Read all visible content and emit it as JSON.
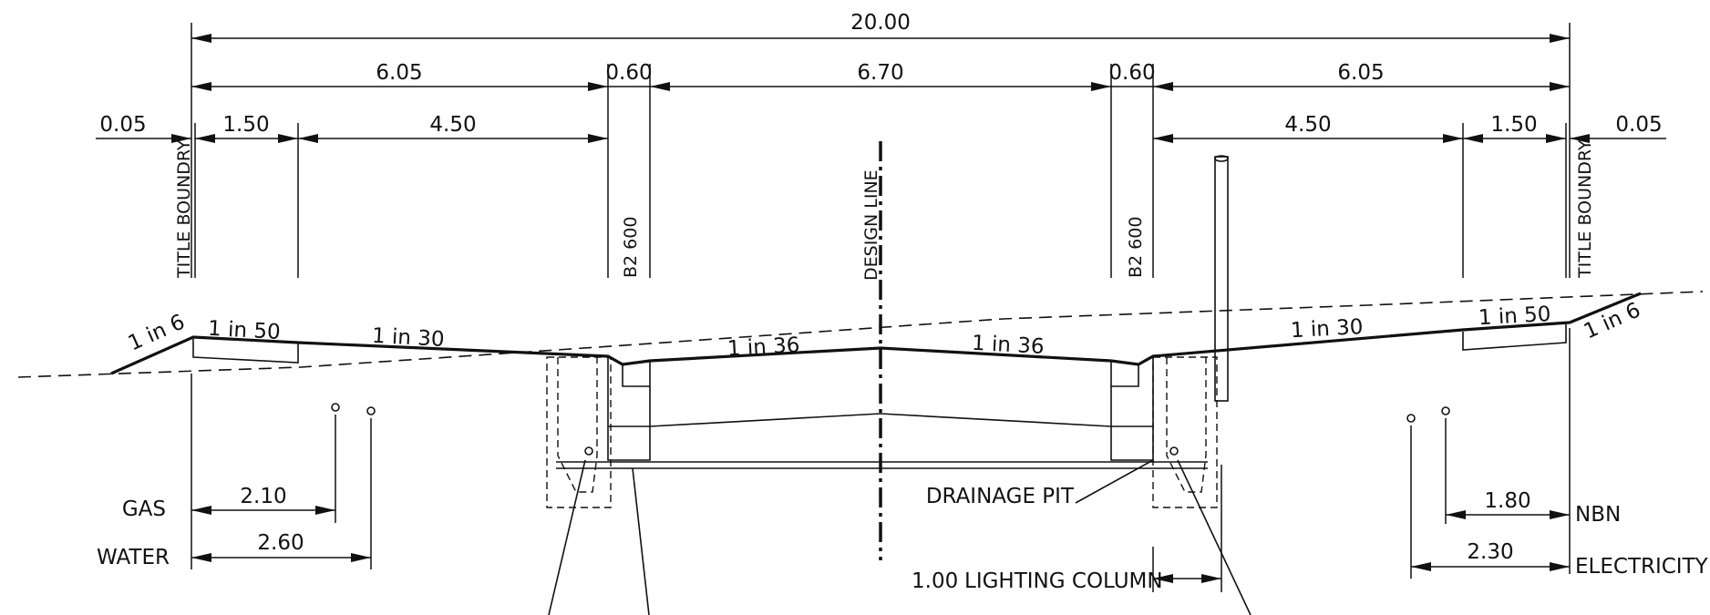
{
  "dims": {
    "overall": "20.00",
    "verge_left": "6.05",
    "kerb_left": "0.60",
    "carriageway": "6.70",
    "kerb_right": "0.60",
    "verge_right": "6.05",
    "edge_left": "0.05",
    "path_left": "1.50",
    "nature_left": "4.50",
    "nature_right": "4.50",
    "path_right": "1.50",
    "edge_right": "0.05",
    "gas": "2.10",
    "water": "2.60",
    "nbn": "1.80",
    "electricity": "2.30",
    "lighting": "1.00"
  },
  "labels": {
    "title_boundry": "TITLE BOUNDRY",
    "b2_600": "B2 600",
    "design_line": "DESIGN LINE",
    "gas": "GAS",
    "water": "WATER",
    "nbn": "NBN",
    "electricity": "ELECTRICITY",
    "drainage_pit": "DRAINAGE PIT",
    "lighting_column": "LIGHTING COLUMN"
  },
  "slopes": {
    "batter": "1 in 6",
    "footpath": "1 in 50",
    "verge": "1 in 30",
    "crossfall": "1 in 36"
  }
}
